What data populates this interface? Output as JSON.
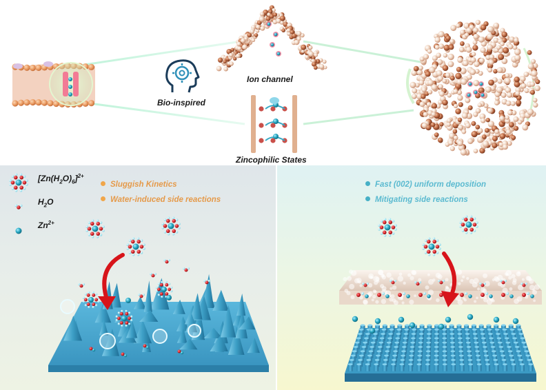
{
  "top": {
    "bio_label": "Bio-inspired",
    "ion_label": "Ion channel",
    "zinc_label": "Zincophilic  States"
  },
  "legend": {
    "complex_label": "[Zn(H",
    "complex_sub1": "2",
    "complex_mid": "O)",
    "complex_sub2": "6",
    "complex_end": "]",
    "complex_sup": "2+",
    "water_label": "H",
    "water_sub": "2",
    "water_end": "O",
    "zn_label": "Zn",
    "zn_sup": "2+"
  },
  "left_panel": {
    "points": [
      "Sluggish Kinetics",
      "Water-induced side reactions"
    ],
    "bullet_color": "#f0a64a",
    "text_color": "#e59a4a"
  },
  "right_panel": {
    "points": [
      "Fast (002) uniform deposition",
      "Mitigating side reactions"
    ],
    "bullet_color": "#46b0c6",
    "text_color": "#5bbad0"
  },
  "colors": {
    "zn_ion": "#2aa9c4",
    "oxygen": "#d8262c",
    "hydrogen": "#9fe3ee",
    "arrow": "#d7141a",
    "substrate": "#3d9fc6",
    "membrane_head": "#eda26e",
    "channel_pink": "#f27b95",
    "mof_sphere": "#f1d8c6"
  },
  "icons": [
    "brain-head-icon"
  ]
}
